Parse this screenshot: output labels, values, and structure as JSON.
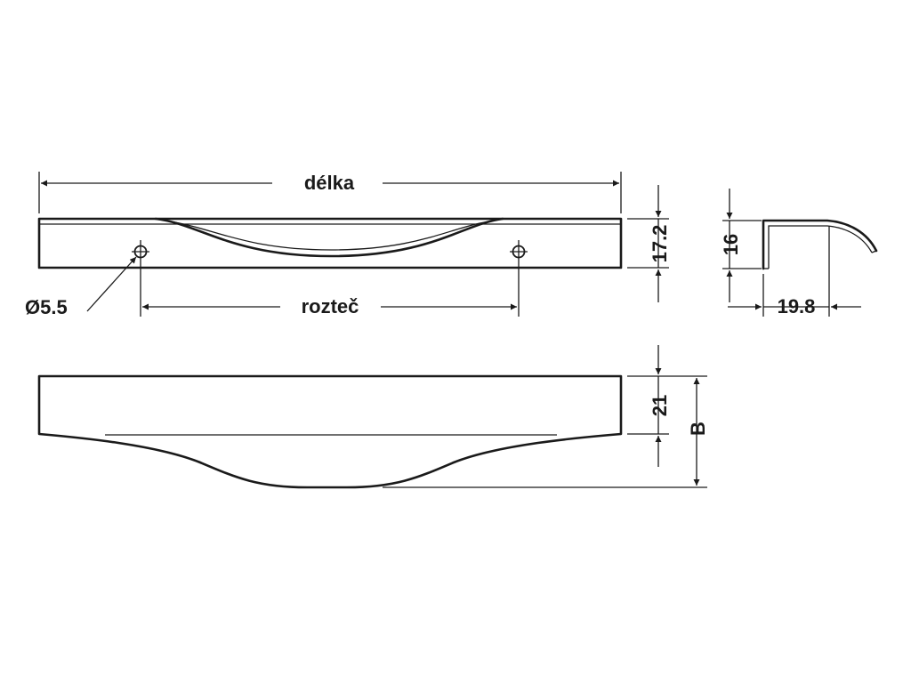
{
  "labels": {
    "length": "délka",
    "hole_spacing": "rozteč",
    "hole_diameter": "Ø5.5",
    "front_height": "17.2",
    "profile_height": "16",
    "profile_depth": "19.8",
    "lower_height": "21",
    "total_height": "B"
  }
}
